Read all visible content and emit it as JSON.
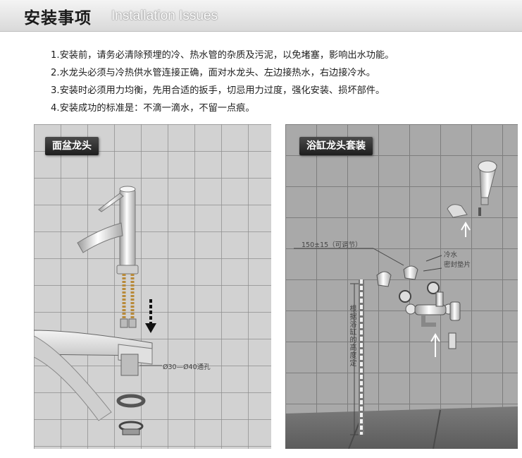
{
  "header": {
    "title_cn": "安装事项",
    "title_en": "Installation Issues"
  },
  "notes": [
    "1.安装前，请务必清除预埋的冷、热水管的杂质及污泥，以免堵塞，影响出水功能。",
    "2.水龙头必须与冷热供水管连接正确，面对水龙头、左边接热水，右边接冷水。",
    "3.安装时必须用力均衡，先用合适的扳手，切忌用力过度，强化安装、损坏部件。",
    "4.安装成功的标准是：不滴一滴水，不留一点痕。"
  ],
  "basin_panel": {
    "title": "面盆龙头",
    "hole_label": "Ø30—Ø40通孔"
  },
  "bath_panel": {
    "title": "浴缸龙头套装",
    "spacing_label": "150±15（可调节）",
    "cold_water_label": "冷水",
    "seal_label": "密封垫片",
    "height_label": "根据浴缸的高度定"
  },
  "colors": {
    "tile_left": "#d2d2d2",
    "tile_right": "#a9a9a9",
    "grout": "#8e8e8e",
    "chrome": "#e6e6e6"
  }
}
